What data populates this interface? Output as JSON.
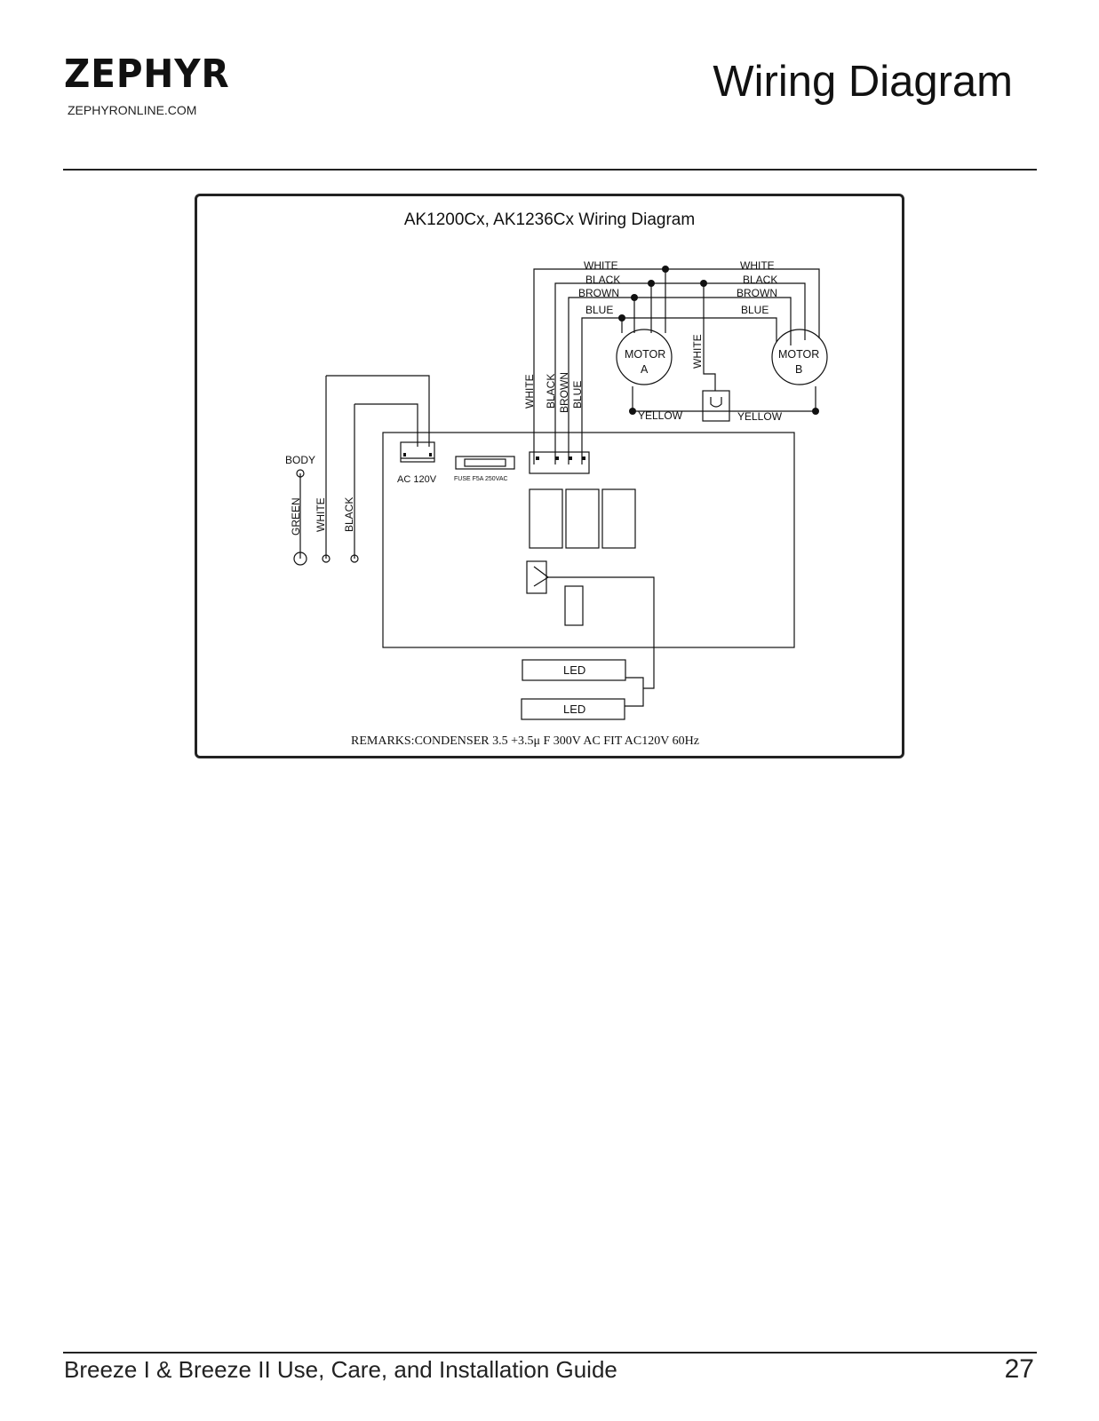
{
  "header": {
    "brand_logo": "ZEPHYR",
    "website": "ZEPHYRONLINE.COM",
    "title": "Wiring Diagram"
  },
  "diagram": {
    "title": "AK1200Cx, AK1236Cx Wiring Diagram",
    "wire_labels": {
      "white": "WHITE",
      "black": "BLACK",
      "brown": "BROWN",
      "blue": "BLUE",
      "yellow": "YELLOW",
      "green": "GREEN"
    },
    "motor_a": [
      "MOTOR",
      "A"
    ],
    "motor_b": [
      "MOTOR",
      "B"
    ],
    "body_label": "BODY",
    "power_terminal_label": "AC  120V",
    "fuse_label": "FUSE  F5A  250VAC",
    "led_labels": [
      "LED",
      "LED"
    ],
    "remarks": "REMARKS:CONDENSER 3.5 +3.5μ F  300V   AC FIT   AC120V 60Hz"
  },
  "footer": {
    "guide_title": "Breeze I & Breeze II Use, Care, and Installation Guide",
    "page_number": "27"
  }
}
